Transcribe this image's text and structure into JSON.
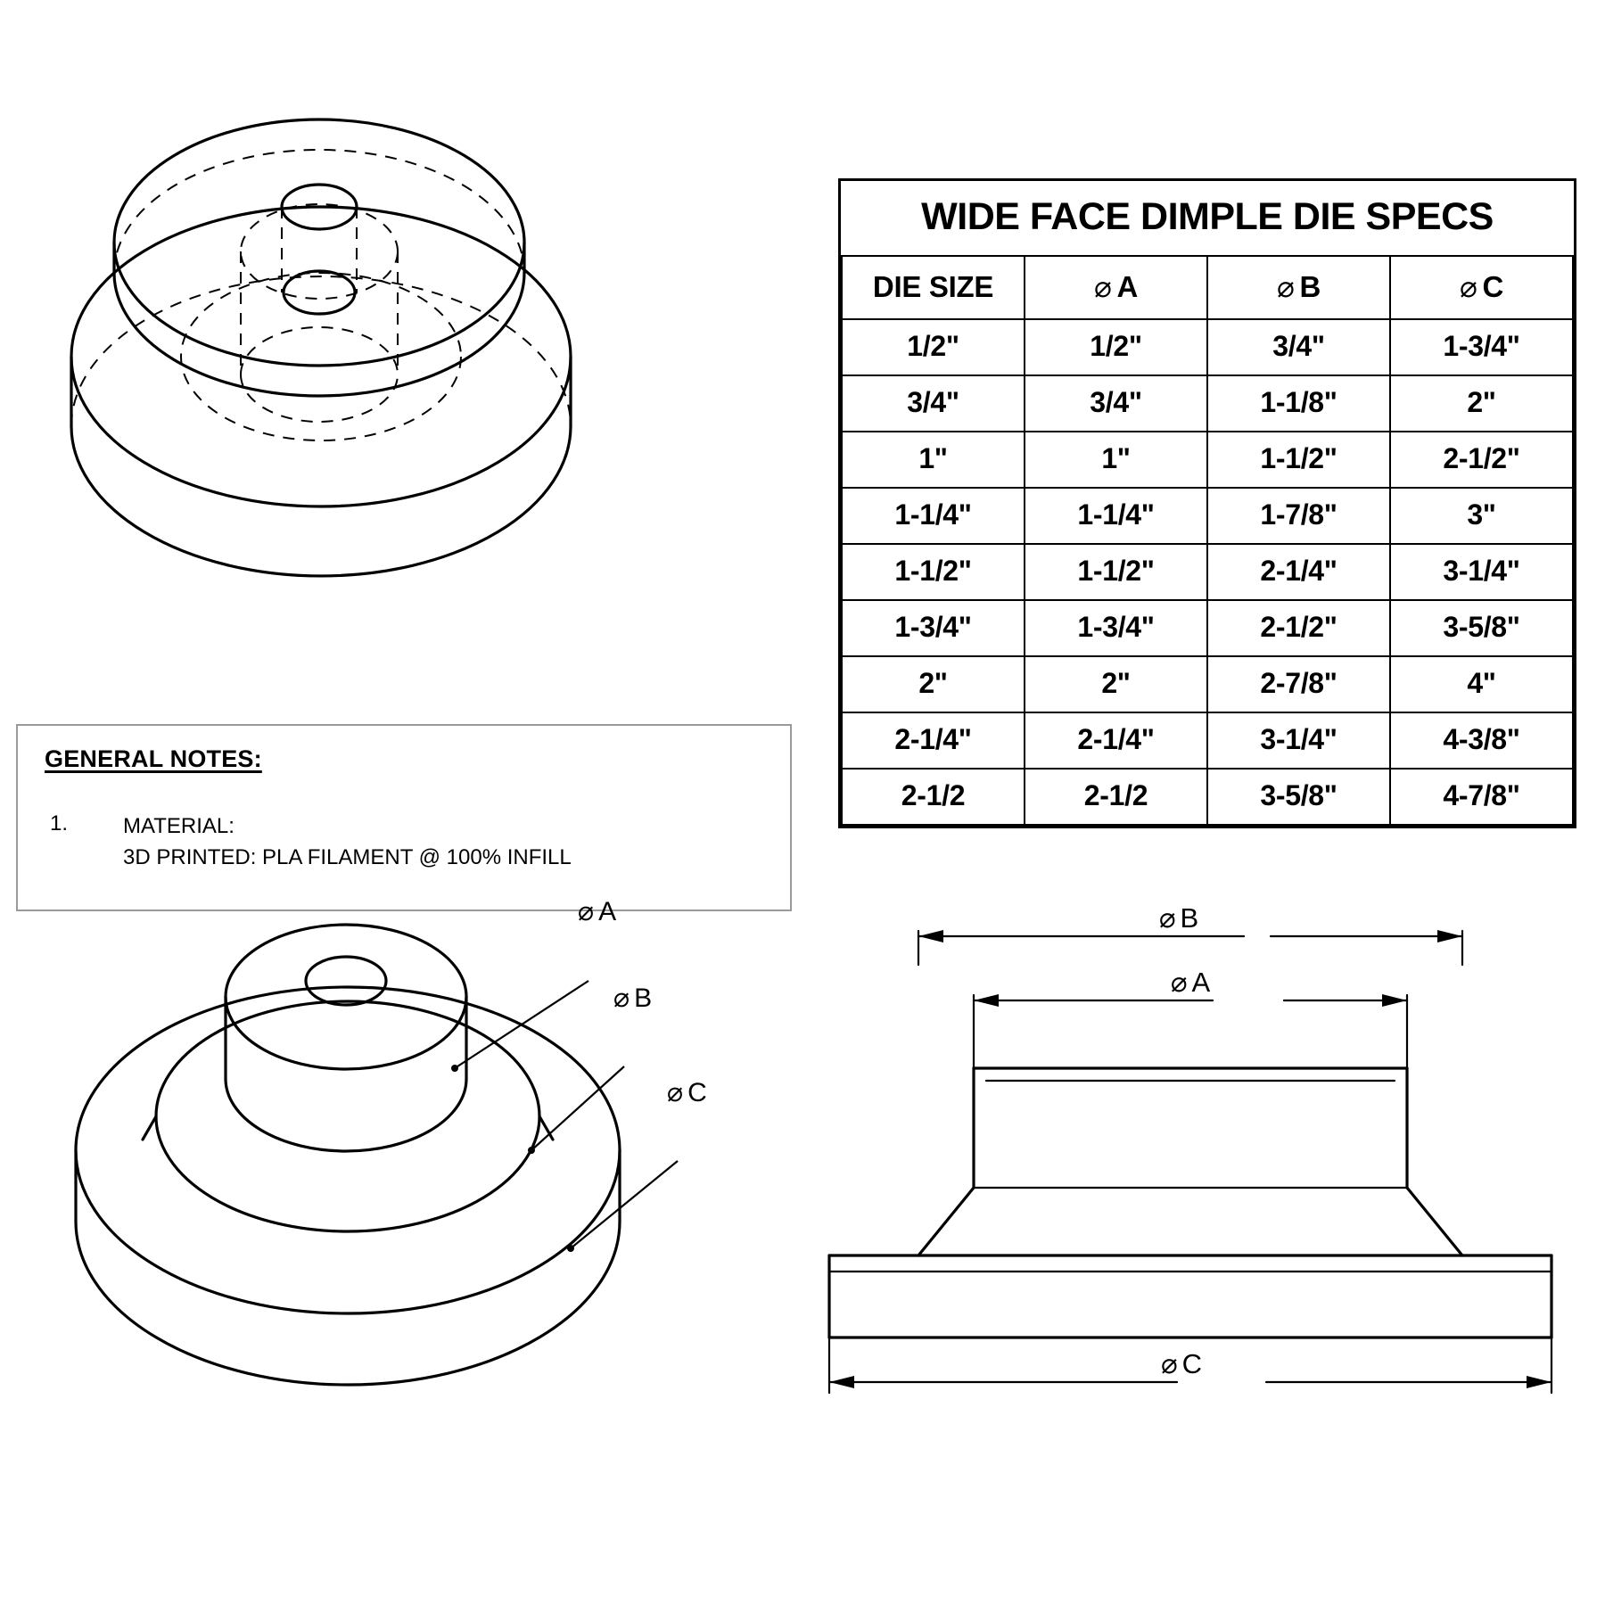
{
  "table": {
    "title": "WIDE FACE DIMPLE DIE SPECS",
    "diameter_symbol": "⌀",
    "headers": [
      {
        "label": "DIE SIZE",
        "has_symbol": false
      },
      {
        "label": "A",
        "has_symbol": true
      },
      {
        "label": "B",
        "has_symbol": true
      },
      {
        "label": "C",
        "has_symbol": true
      }
    ],
    "rows": [
      [
        "1/2\"",
        "1/2\"",
        "3/4\"",
        "1-3/4\""
      ],
      [
        "3/4\"",
        "3/4\"",
        "1-1/8\"",
        "2\""
      ],
      [
        "1\"",
        "1\"",
        "1-1/2\"",
        "2-1/2\""
      ],
      [
        "1-1/4\"",
        "1-1/4\"",
        "1-7/8\"",
        "3\""
      ],
      [
        "1-1/2\"",
        "1-1/2\"",
        "2-1/4\"",
        "3-1/4\""
      ],
      [
        "1-3/4\"",
        "1-3/4\"",
        "2-1/2\"",
        "3-5/8\""
      ],
      [
        "2\"",
        "2\"",
        "2-7/8\"",
        "4\""
      ],
      [
        "2-1/4\"",
        "2-1/4\"",
        "3-1/4\"",
        "4-3/8\""
      ],
      [
        "2-1/2",
        "2-1/2",
        "3-5/8\"",
        "4-7/8\""
      ]
    ]
  },
  "notes": {
    "title": "GENERAL NOTES:",
    "items": [
      {
        "number": "1.",
        "line1": "MATERIAL:",
        "line2": "3D PRINTED: PLA FILAMENT @ 100% INFILL"
      }
    ]
  },
  "callouts": {
    "a": "A",
    "b": "B",
    "c": "C"
  },
  "section_dims": {
    "b": "B",
    "a": "A",
    "c": "C"
  },
  "colors": {
    "line": "#000000",
    "box_border": "#9a9a9a",
    "background": "#ffffff"
  }
}
